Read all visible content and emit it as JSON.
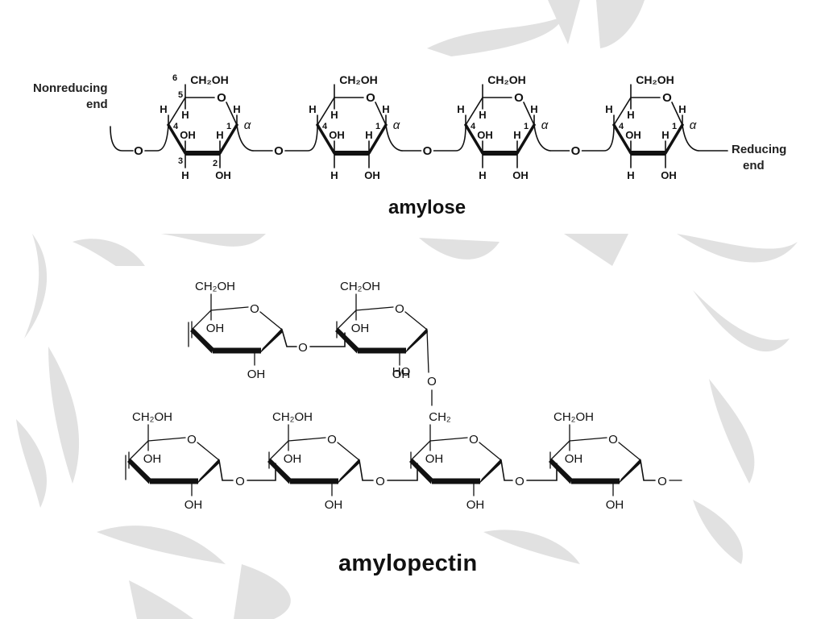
{
  "amylose": {
    "title": "amylose",
    "nonreducing_end": [
      "Nonreducing",
      "end"
    ],
    "reducing_end": [
      "Reducing",
      "end"
    ],
    "substituent": "CH₂OH",
    "first_unit_prefix": "6",
    "ring_oxygen": "O",
    "linkage_oxygen": "O",
    "hydrogen": "H",
    "hydroxyl": "OH",
    "anomer": "α",
    "carbon_numbers": [
      "1",
      "2",
      "3",
      "4",
      "5"
    ]
  },
  "amylopectin": {
    "title": "amylopectin",
    "substituent": "CH₂OH",
    "branch_methylene": "CH₂",
    "ring_oxygen": "O",
    "linkage_oxygen": "O",
    "hydroxyl": "OH",
    "hydroxyl_left": "HO"
  },
  "colors": {
    "ink": "#111111",
    "background": "#ffffff",
    "leaf_watermark": "#d4d4d4"
  }
}
